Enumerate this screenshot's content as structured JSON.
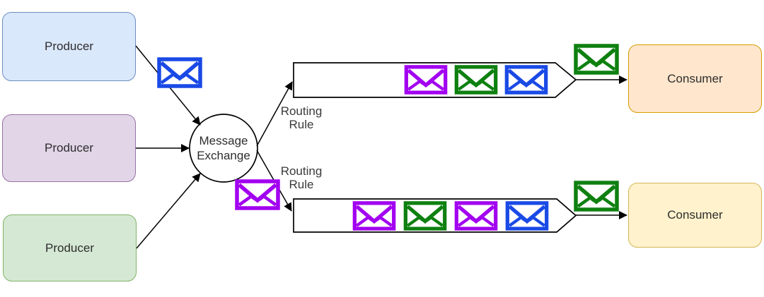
{
  "diagram": {
    "title": "message-exchange-routing-diagram",
    "producers": [
      {
        "label": "Producer",
        "fill": "#dae8fc",
        "border": "#6c8ebf"
      },
      {
        "label": "Producer",
        "fill": "#e1d5e7",
        "border": "#9673a6"
      },
      {
        "label": "Producer",
        "fill": "#d5e8d4",
        "border": "#82b366"
      }
    ],
    "exchange": {
      "label": [
        "Message",
        "Exchange"
      ]
    },
    "routing_rules": [
      {
        "label": [
          "Routing",
          "Rule"
        ]
      },
      {
        "label": [
          "Routing",
          "Rule"
        ]
      }
    ],
    "queues": [
      {
        "messages": [
          "purple",
          "green",
          "blue"
        ]
      },
      {
        "messages": [
          "purple",
          "green",
          "purple",
          "blue"
        ]
      }
    ],
    "connector_messages": {
      "producer1_to_exchange": [
        "blue"
      ],
      "exchange_to_queue2": [
        "purple"
      ],
      "queue1_to_consumer": [
        "green"
      ],
      "queue2_to_consumer": [
        "green"
      ]
    },
    "consumers": [
      {
        "label": "Consumer",
        "fill": "#ffe6cc",
        "border": "#d79b00"
      },
      {
        "label": "Consumer",
        "fill": "#fff2cc",
        "border": "#d6b656"
      }
    ],
    "colors": {
      "envelopes": {
        "blue": "#1a4ae6",
        "green": "#0e8010",
        "purple": "#a200f0"
      },
      "line": "#000000",
      "shape_fill": "#ffffff"
    }
  }
}
